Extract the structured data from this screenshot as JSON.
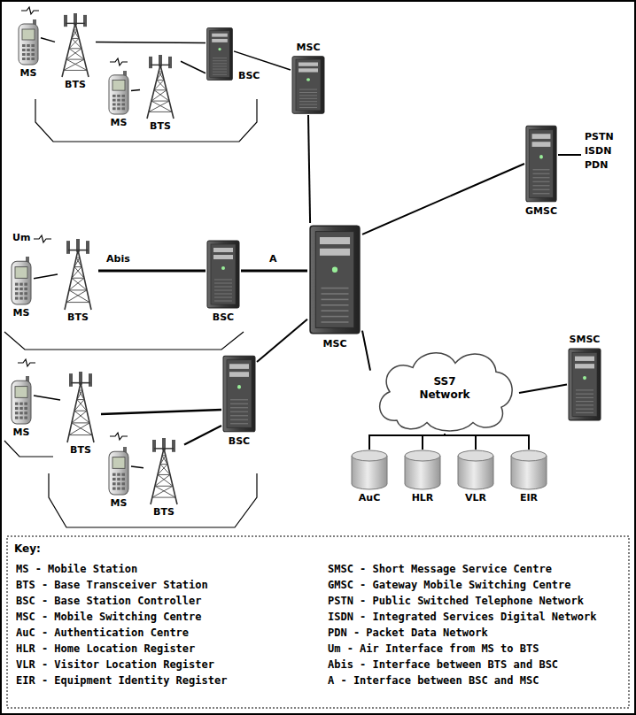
{
  "diagram": {
    "nodes": [
      {
        "text": [
          "MS"
        ]
      },
      {
        "text": [
          "BTS"
        ]
      },
      {
        "text": [
          "BSC"
        ]
      },
      {
        "text": [
          "MSC"
        ]
      },
      {
        "text": [
          "MS"
        ]
      },
      {
        "text": [
          "BTS"
        ]
      },
      {
        "text": [
          "GMSC"
        ]
      },
      {
        "text": [
          "MS"
        ]
      },
      {
        "text": [
          "BTS"
        ]
      },
      {
        "text": [
          "BSC"
        ]
      },
      {
        "text": [
          "MSC"
        ]
      },
      {
        "text": [
          "MS"
        ]
      },
      {
        "text": [
          "BTS"
        ]
      },
      {
        "text": [
          "BSC"
        ]
      },
      {
        "text": [
          "MS"
        ]
      },
      {
        "text": [
          "BTS"
        ]
      },
      {
        "text": [
          "SS7 Network"
        ]
      },
      {
        "text": [
          "SMSC"
        ]
      },
      {
        "text": [
          "AuC"
        ]
      },
      {
        "text": [
          "HLR"
        ]
      },
      {
        "text": [
          "VLR"
        ]
      },
      {
        "text": [
          "EIR"
        ]
      }
    ],
    "edges": [
      {
        "from": 0,
        "to": 1,
        "arrow": "none"
      },
      {
        "from": 1,
        "to": 2,
        "arrow": "none"
      },
      {
        "from": 4,
        "to": 5,
        "arrow": "none"
      },
      {
        "from": 5,
        "to": 2,
        "arrow": "none"
      },
      {
        "from": 2,
        "to": 3,
        "arrow": "none"
      },
      {
        "from": 3,
        "to": 10,
        "arrow": "none"
      },
      {
        "from": 7,
        "to": 8,
        "arrow": "none"
      },
      {
        "from": 8,
        "to": 9,
        "label": "Abis",
        "arrow": "none"
      },
      {
        "from": 9,
        "to": 10,
        "label": "A",
        "arrow": "none"
      },
      {
        "from": 11,
        "to": 12,
        "arrow": "none"
      },
      {
        "from": 12,
        "to": 13,
        "arrow": "none"
      },
      {
        "from": 14,
        "to": 15,
        "arrow": "none"
      },
      {
        "from": 15,
        "to": 13,
        "arrow": "none"
      },
      {
        "from": 13,
        "to": 10,
        "arrow": "none"
      },
      {
        "from": 10,
        "to": 6,
        "arrow": "none"
      },
      {
        "from": 10,
        "to": 16,
        "arrow": "none"
      },
      {
        "from": 16,
        "to": 17,
        "arrow": "none"
      },
      {
        "from": 16,
        "to": 18,
        "arrow": "none"
      },
      {
        "from": 16,
        "to": 19,
        "arrow": "none"
      },
      {
        "from": 16,
        "to": 20,
        "arrow": "none"
      },
      {
        "from": 16,
        "to": 21,
        "arrow": "none"
      }
    ],
    "labels": [
      "Um",
      "PSTN",
      "ISDN",
      "PDN",
      "Key:"
    ],
    "legend": [
      {
        "text": "MS - Mobile Station"
      },
      {
        "text": "BTS - Base Transceiver Station"
      },
      {
        "text": "BSC - Base Station Controller"
      },
      {
        "text": "MSC - Mobile Switching Centre"
      },
      {
        "text": "AuC - Authentication Centre"
      },
      {
        "text": "HLR - Home Location Register"
      },
      {
        "text": "VLR - Visitor Location Register"
      },
      {
        "text": "EIR - Equipment Identity Register"
      },
      {
        "text": "SMSC - Short Message Service Centre"
      },
      {
        "text": "GMSC - Gateway Mobile Switching Centre"
      },
      {
        "text": "PSTN - Public Switched Telephone Network"
      },
      {
        "text": "ISDN - Integrated Services Digital Network"
      },
      {
        "text": "PDN - Packet Data Network"
      },
      {
        "text": "Um - Air Interface from MS to BTS"
      },
      {
        "text": "Abis - Interface between BTS and BSC"
      },
      {
        "text": "A - Interface between BSC and MSC"
      }
    ]
  }
}
